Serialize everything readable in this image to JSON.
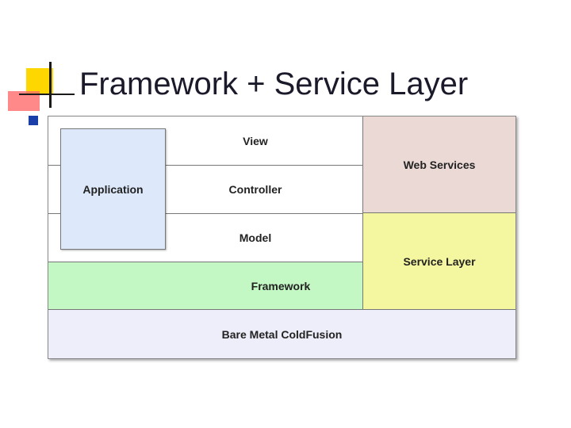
{
  "slide": {
    "title": "Framework + Service Layer"
  },
  "diagram": {
    "view": "View",
    "controller": "Controller",
    "model": "Model",
    "framework": "Framework",
    "bare_metal": "Bare Metal ColdFusion",
    "application": "Application",
    "web_services": "Web Services",
    "service_layer": "Service Layer"
  },
  "colors": {
    "framework": "#c3f7c3",
    "bare_metal": "#eeeefa",
    "application": "#dde9fb",
    "web_services": "#ead9d5",
    "service_layer": "#f5f7a0"
  }
}
